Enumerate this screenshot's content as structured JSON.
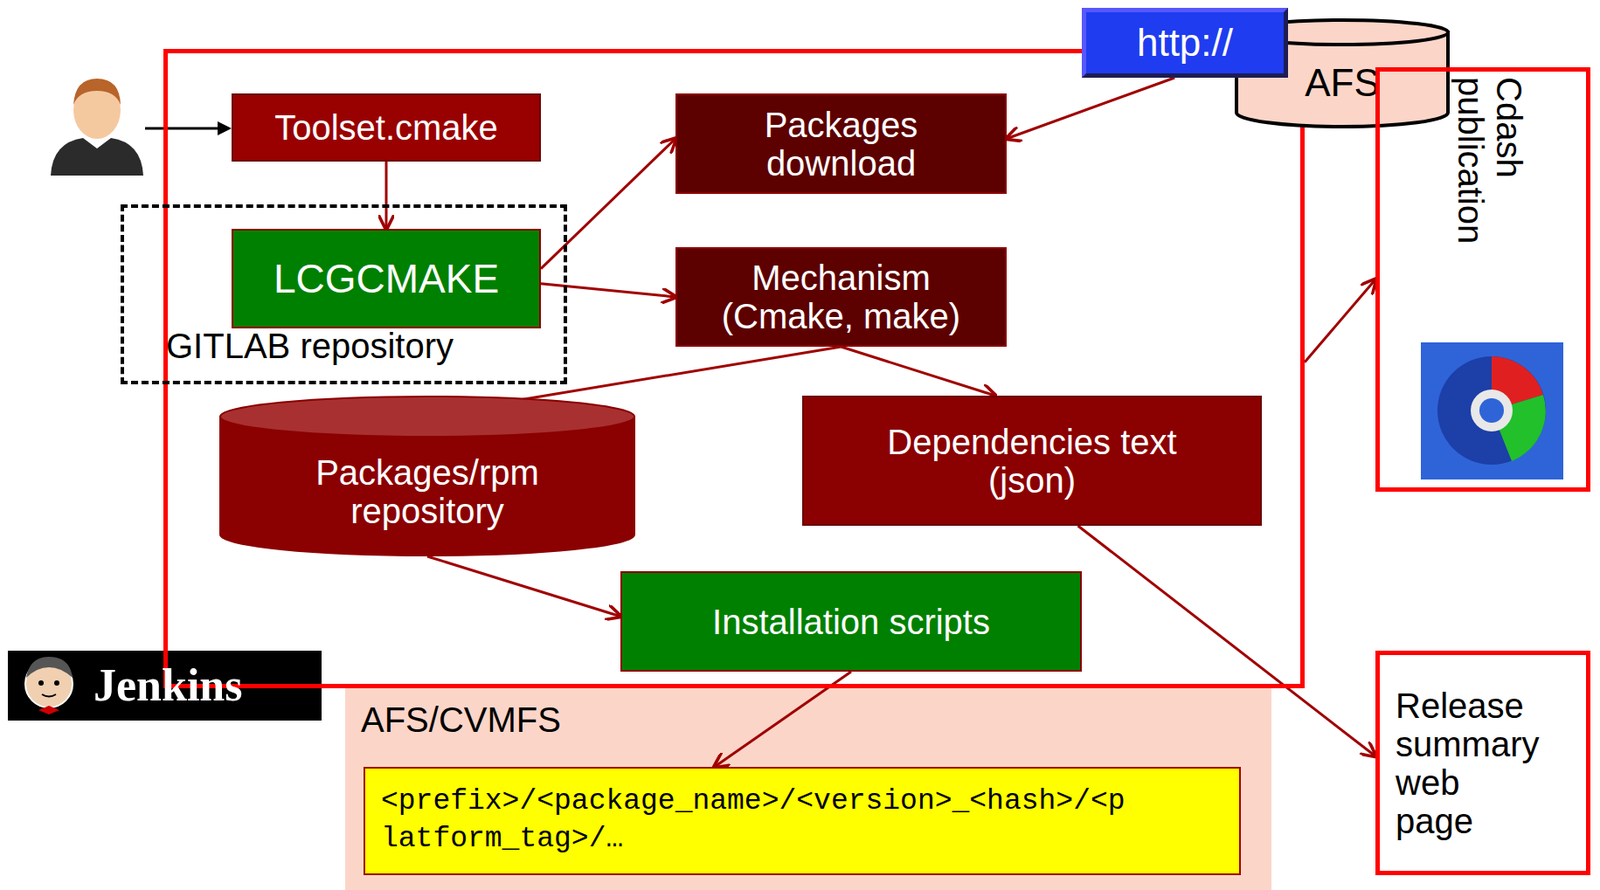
{
  "diagram": {
    "nodes": [
      {
        "text": [
          "Jenkins"
        ]
      },
      {
        "text": [
          "Toolset.cmake"
        ],
        "in": 0
      },
      {
        "text": [
          "GITLAB repository"
        ],
        "in": 0
      },
      {
        "text": [
          "LCGCMAKE"
        ],
        "in": 2
      },
      {
        "text": [
          "Packages download"
        ],
        "in": 0
      },
      {
        "text": [
          "Mechanism (Cmake, make)"
        ],
        "in": 0
      },
      {
        "text": [
          "Packages/rpm repository"
        ],
        "in": 0
      },
      {
        "text": [
          "Dependencies text (json)"
        ],
        "in": 0
      },
      {
        "text": [
          "Installation scripts"
        ],
        "in": 0
      },
      {
        "text": [
          "http://"
        ]
      },
      {
        "text": [
          "AFS"
        ]
      },
      {
        "text": [
          "Cdash publication"
        ]
      },
      {
        "text": [
          "AFS/CVMFS"
        ]
      },
      {
        "text": [
          "<prefix>/<package_name>/<version>_<hash>/<platform_tag>/…"
        ],
        "in": 12
      },
      {
        "text": [
          "Release summary web page"
        ]
      }
    ],
    "edges": [
      {
        "from": 1,
        "to": 3,
        "arrow": "to"
      },
      {
        "from": 3,
        "to": 4,
        "arrow": "to"
      },
      {
        "from": 3,
        "to": 5,
        "arrow": "to"
      },
      {
        "from": 9,
        "to": 4,
        "arrow": "to"
      },
      {
        "from": 5,
        "to": 6,
        "arrow": "to"
      },
      {
        "from": 5,
        "to": 7,
        "arrow": "to"
      },
      {
        "from": 6,
        "to": 8,
        "arrow": "to"
      },
      {
        "from": 8,
        "to": 13,
        "arrow": "to"
      },
      {
        "from": 7,
        "to": 14,
        "arrow": "to"
      },
      {
        "from": 0,
        "to": 11,
        "arrow": "to"
      }
    ]
  }
}
